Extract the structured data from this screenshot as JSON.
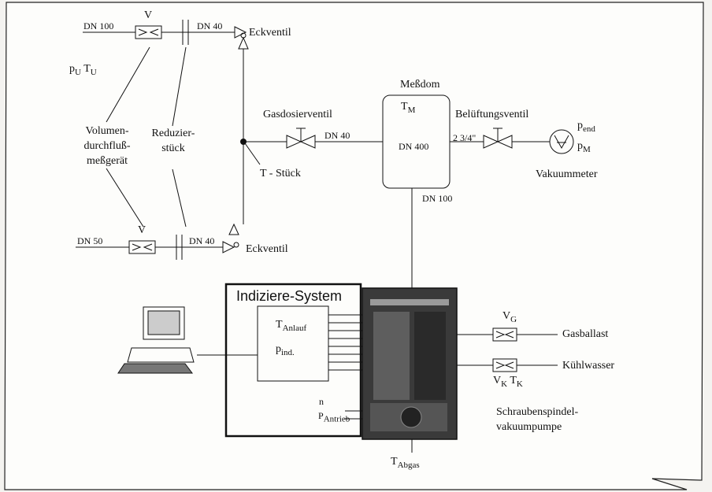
{
  "diagram": {
    "top_line": {
      "size_in": "DN 100",
      "flow_sym": "V",
      "size_out": "DN 40",
      "valve": "Eckventil"
    },
    "bottom_line": {
      "size_in": "DN 50",
      "flow_sym": "V",
      "size_out": "DN 40",
      "valve": "Eckventil"
    },
    "ambient": {
      "p": "p",
      "p_sub": "U",
      "t": "T",
      "t_sub": "U"
    },
    "flowmeter_label": [
      "Volumen-",
      "durchfluß-",
      "meßgerät"
    ],
    "reducer_label": [
      "Reduzier-",
      "stück"
    ],
    "tee_label": "T - Stück",
    "dosing_valve": {
      "name": "Gasdosierventil",
      "size": "DN 40"
    },
    "dome": {
      "name": "Meßdom",
      "t": "T",
      "t_sub": "M",
      "size": "DN 400",
      "outlet": "DN 100"
    },
    "vent_valve": {
      "name": "Belüftungsventil",
      "size": "2 3/4\""
    },
    "gauge": {
      "name": "Vakuummeter",
      "p1": "p",
      "p1_sub": "end",
      "p2": "p",
      "p2_sub": "M"
    },
    "indicator": {
      "title": "Indiziere-System",
      "t_anlauf": "T",
      "t_anlauf_sub": "Anlauf",
      "p_ind": "p",
      "p_ind_sub": "ind.",
      "n": "n",
      "p_antrieb": "P",
      "p_antrieb_sub": "Antrieb"
    },
    "pump": {
      "name": [
        "Schraubenspindel-",
        "vakuumpumpe"
      ],
      "exhaust": "T",
      "exhaust_sub": "Abgas"
    },
    "gas_ballast": {
      "sym": "V",
      "sym_sub": "G",
      "name": "Gasballast"
    },
    "cooling_water": {
      "sym": "V",
      "sym_sub": "K",
      "t": "T",
      "t_sub": "K",
      "name": "Kühlwasser"
    }
  }
}
